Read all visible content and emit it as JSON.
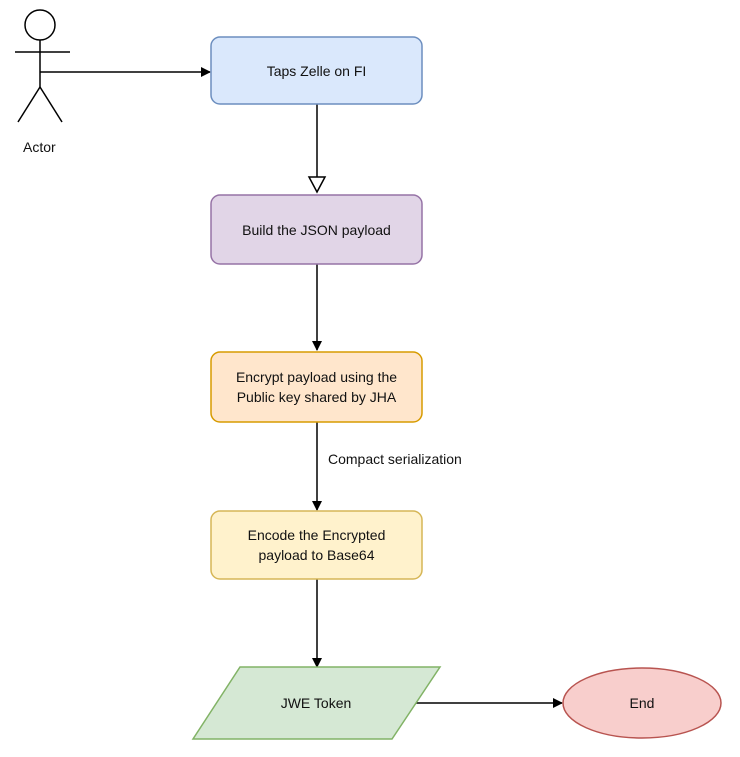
{
  "actor": {
    "label": "Actor"
  },
  "nodes": {
    "taps_zelle": {
      "label": "Taps Zelle on FI",
      "fill": "#dae8fc",
      "stroke": "#6c8ebf"
    },
    "build_json": {
      "label": "Build the JSON payload",
      "fill": "#e1d5e7",
      "stroke": "#9673a6"
    },
    "encrypt": {
      "label": "Encrypt payload using the\nPublic key shared by JHA",
      "fill": "#ffe6cc",
      "stroke": "#d79b00"
    },
    "encode": {
      "label": "Encode the Encrypted\npayload to Base64",
      "fill": "#fff2cc",
      "stroke": "#d6b656"
    },
    "jwe_token": {
      "label": "JWE Token",
      "fill": "#d5e8d4",
      "stroke": "#82b366"
    },
    "end": {
      "label": "End",
      "fill": "#f8cecc",
      "stroke": "#b85450"
    }
  },
  "edges": {
    "encrypt_to_encode": {
      "label": "Compact serialization"
    }
  }
}
